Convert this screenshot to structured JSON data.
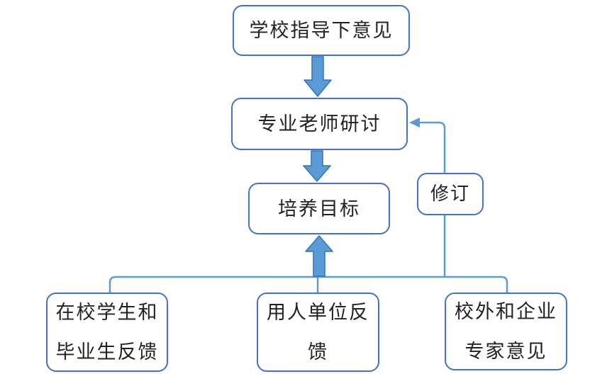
{
  "diagram": {
    "nodes": {
      "school": {
        "lines": [
          "学校指导下意见"
        ]
      },
      "teachers": {
        "lines": [
          "专业老师研讨"
        ]
      },
      "goal": {
        "lines": [
          "培养目标"
        ]
      },
      "revision": {
        "lines": [
          "修订"
        ]
      },
      "students": {
        "lines": [
          "在校学生和",
          "毕业生反馈"
        ]
      },
      "employer": {
        "lines": [
          "用人单位反",
          "馈"
        ]
      },
      "experts": {
        "lines": [
          "校外和企业",
          "专家意见"
        ]
      }
    },
    "edges": [
      {
        "from": "school",
        "to": "teachers",
        "style": "thick-arrow"
      },
      {
        "from": "teachers",
        "to": "goal",
        "style": "thick-arrow"
      },
      {
        "from": "feedback-bus",
        "to": "goal",
        "style": "thick-arrow"
      },
      {
        "from": "students",
        "to": "feedback-bus",
        "style": "line"
      },
      {
        "from": "employer",
        "to": "feedback-bus",
        "style": "line"
      },
      {
        "from": "experts",
        "to": "feedback-bus",
        "style": "line"
      },
      {
        "from": "feedback-bus",
        "via": "revision",
        "to": "teachers",
        "style": "thin-arrow"
      }
    ],
    "colors": {
      "box_border": "#4472C4",
      "connector": "#5B9BD5",
      "arrow_fill": "#5B9BD5",
      "arrow_stroke": "#2E75B6",
      "text": "#222222",
      "background": "#FFFFFF"
    }
  }
}
